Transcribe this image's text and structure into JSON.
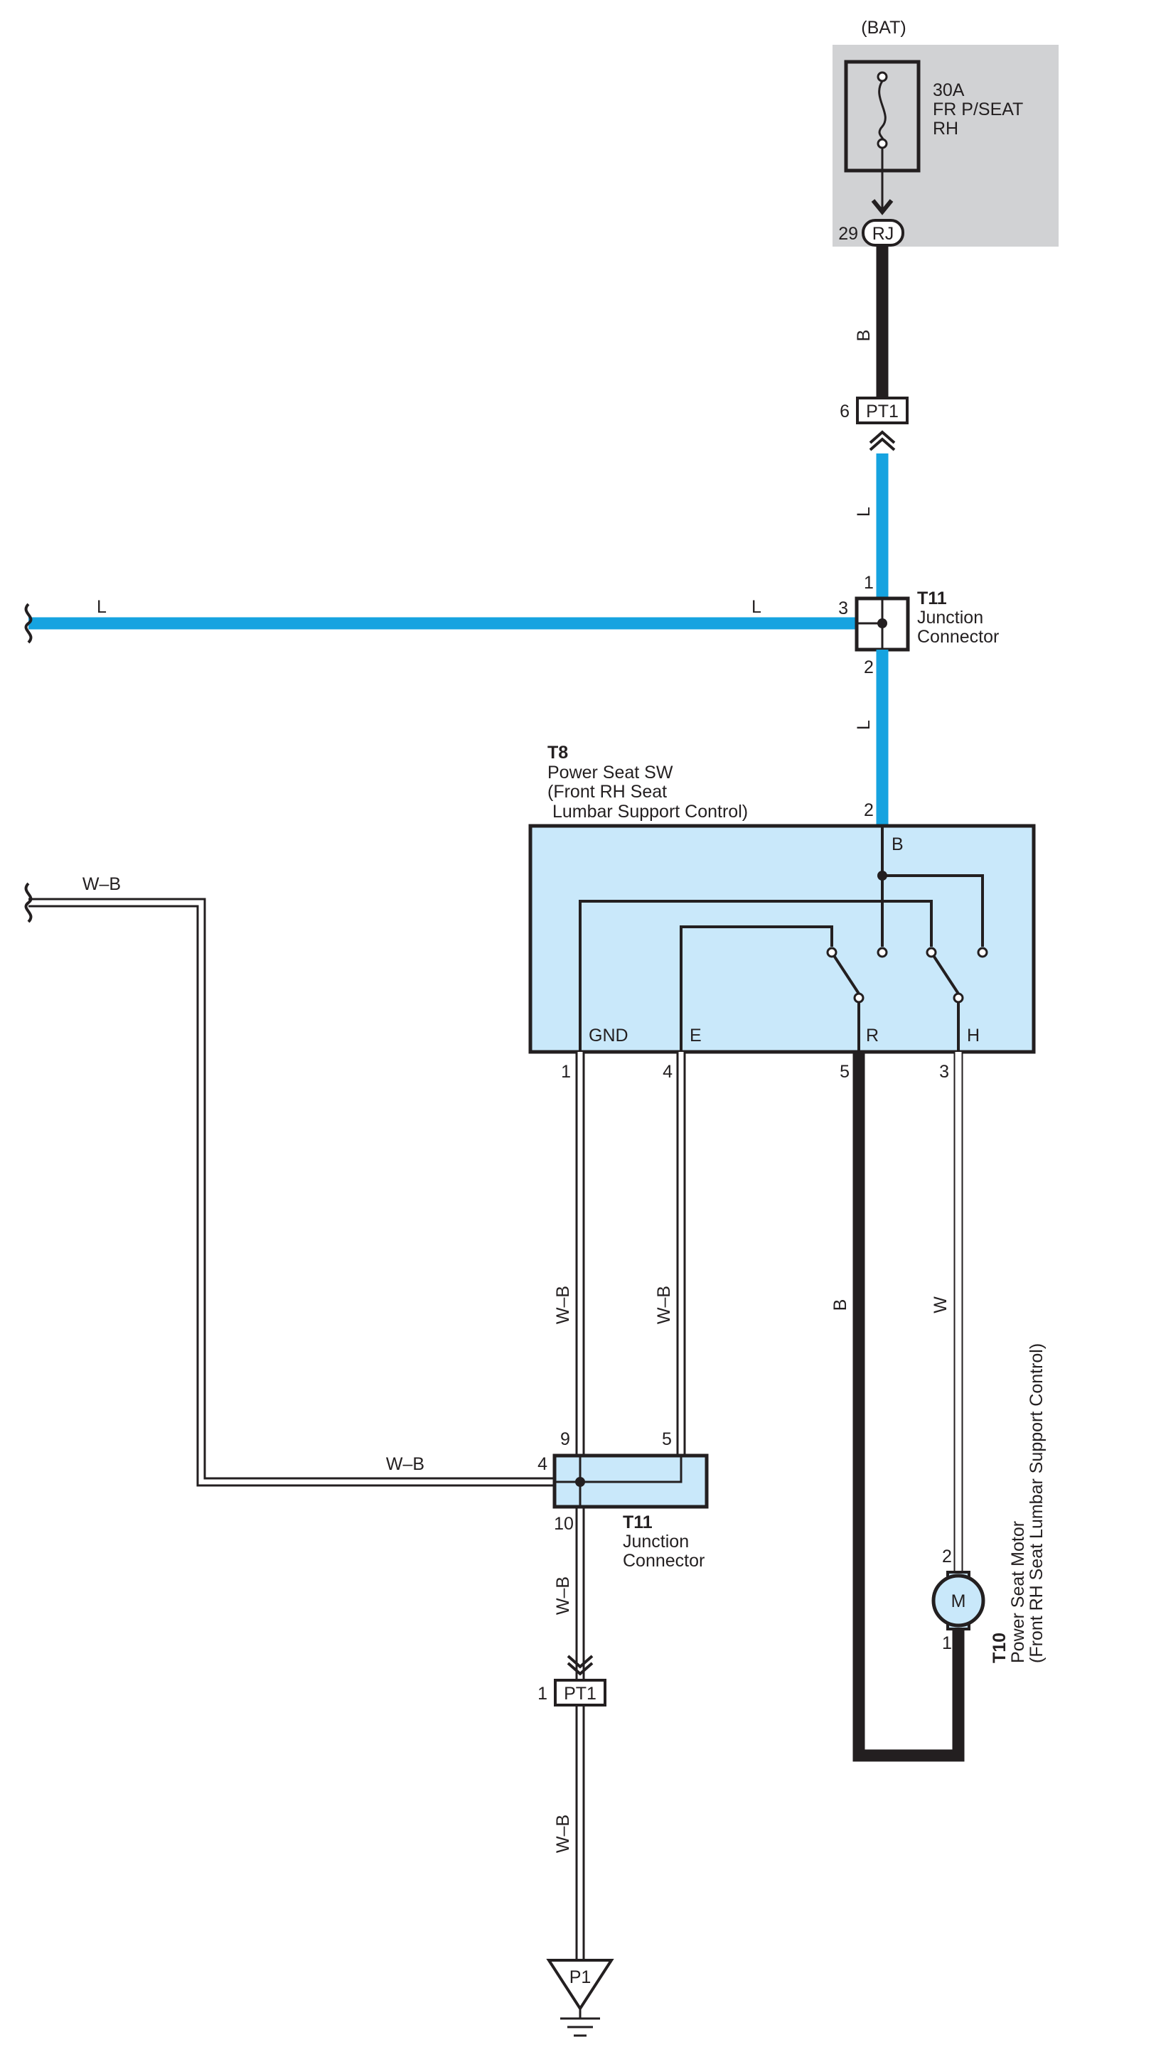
{
  "colors": {
    "blue_wire": "#16a3e0",
    "black_wire": "#231f20",
    "box_fill": "#c9e8fa",
    "fuse_panel": "#d1d2d4"
  },
  "fuse": {
    "source": "(BAT)",
    "rating": "30A",
    "name_line1": "FR P/SEAT",
    "name_line2": "RH"
  },
  "rj": {
    "pin": "29",
    "label": "RJ"
  },
  "pt1_top": {
    "pin": "6",
    "label": "PT1"
  },
  "pt1_bottom": {
    "pin": "1",
    "label": "PT1"
  },
  "wires": {
    "b_top": "B",
    "l_top": "L",
    "l_mid": "L",
    "l_left": "L",
    "l_right": "L",
    "wb_top_left": "W–B",
    "wb_gnd": "W–B",
    "wb_e": "W–B",
    "b_r": "B",
    "w_h": "W",
    "wb_mid": "W–B",
    "wb_below_jc": "W–B",
    "wb_ground": "W–B"
  },
  "jc_top": {
    "code": "T11",
    "line1": "Junction",
    "line2": "Connector",
    "pin_top": "1",
    "pin_left": "3",
    "pin_bottom": "2"
  },
  "switch": {
    "code": "T8",
    "line1": "Power Seat SW",
    "line2": "(Front RH Seat",
    "line3": " Lumbar Support Control)",
    "pin_b": "2",
    "term_b": "B",
    "term_gnd": "GND",
    "term_e": "E",
    "term_r": "R",
    "term_h": "H",
    "pin_gnd": "1",
    "pin_e": "4",
    "pin_r": "5",
    "pin_h": "3"
  },
  "jc_bottom": {
    "code": "T11",
    "line1": "Junction",
    "line2": "Connector",
    "pin_9": "9",
    "pin_5": "5",
    "pin_4": "4",
    "pin_10": "10"
  },
  "motor": {
    "code": "T10",
    "line1": "Power Seat Motor",
    "line2": "(Front RH Seat Lumbar Support Control)",
    "symbol": "M",
    "pin_2": "2",
    "pin_1": "1"
  },
  "ground": {
    "label": "P1"
  }
}
